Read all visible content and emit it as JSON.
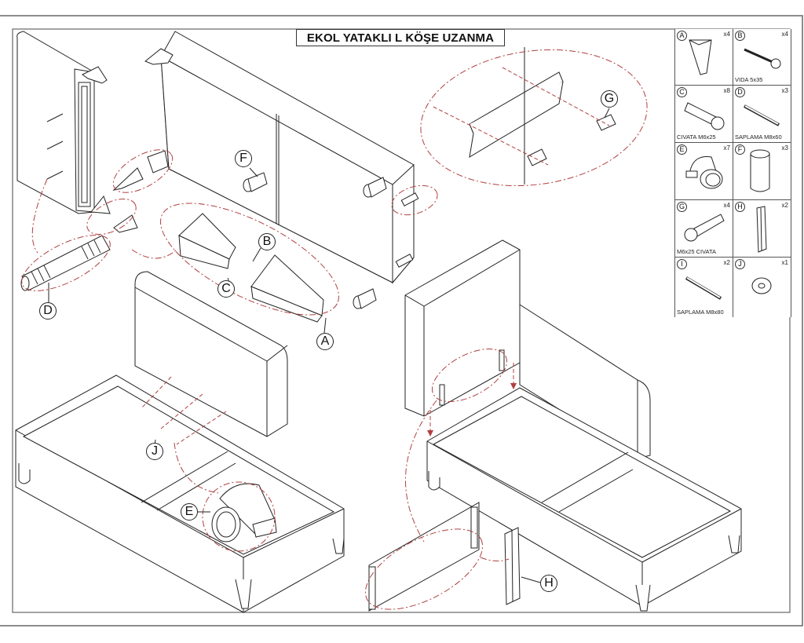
{
  "title": "EKOL YATAKLI L KÖŞE UZANMA",
  "colors": {
    "line": "#222222",
    "dashed_callout": "#b04040",
    "frame": "#666666"
  },
  "callouts": [
    {
      "letter": "A"
    },
    {
      "letter": "B"
    },
    {
      "letter": "C"
    },
    {
      "letter": "D"
    },
    {
      "letter": "E"
    },
    {
      "letter": "F"
    },
    {
      "letter": "G"
    },
    {
      "letter": "H"
    },
    {
      "letter": "J"
    }
  ],
  "parts_list": [
    {
      "letter": "A",
      "qty": "x4",
      "caption": "",
      "icon": "leg-icon"
    },
    {
      "letter": "B",
      "qty": "x4",
      "caption": "VIDA 5x35",
      "icon": "screw-icon"
    },
    {
      "letter": "C",
      "qty": "x8",
      "caption": "CIVATA M6x25",
      "icon": "bolt-icon"
    },
    {
      "letter": "D",
      "qty": "x3",
      "caption": "SAPLAMA M8x60",
      "icon": "threaded-rod-icon"
    },
    {
      "letter": "E",
      "qty": "x7",
      "caption": "",
      "icon": "cam-lock-icon"
    },
    {
      "letter": "F",
      "qty": "x3",
      "caption": "",
      "icon": "dowel-icon"
    },
    {
      "letter": "G",
      "qty": "x4",
      "caption": "M6x25 CIVATA",
      "icon": "bolt-icon"
    },
    {
      "letter": "H",
      "qty": "x2",
      "caption": "",
      "icon": "rail-bracket-icon"
    },
    {
      "letter": "I",
      "qty": "x2",
      "caption": "SAPLAMA M8x80",
      "icon": "threaded-rod-icon"
    },
    {
      "letter": "J",
      "qty": "x1",
      "caption": "",
      "icon": "washer-icon"
    }
  ]
}
